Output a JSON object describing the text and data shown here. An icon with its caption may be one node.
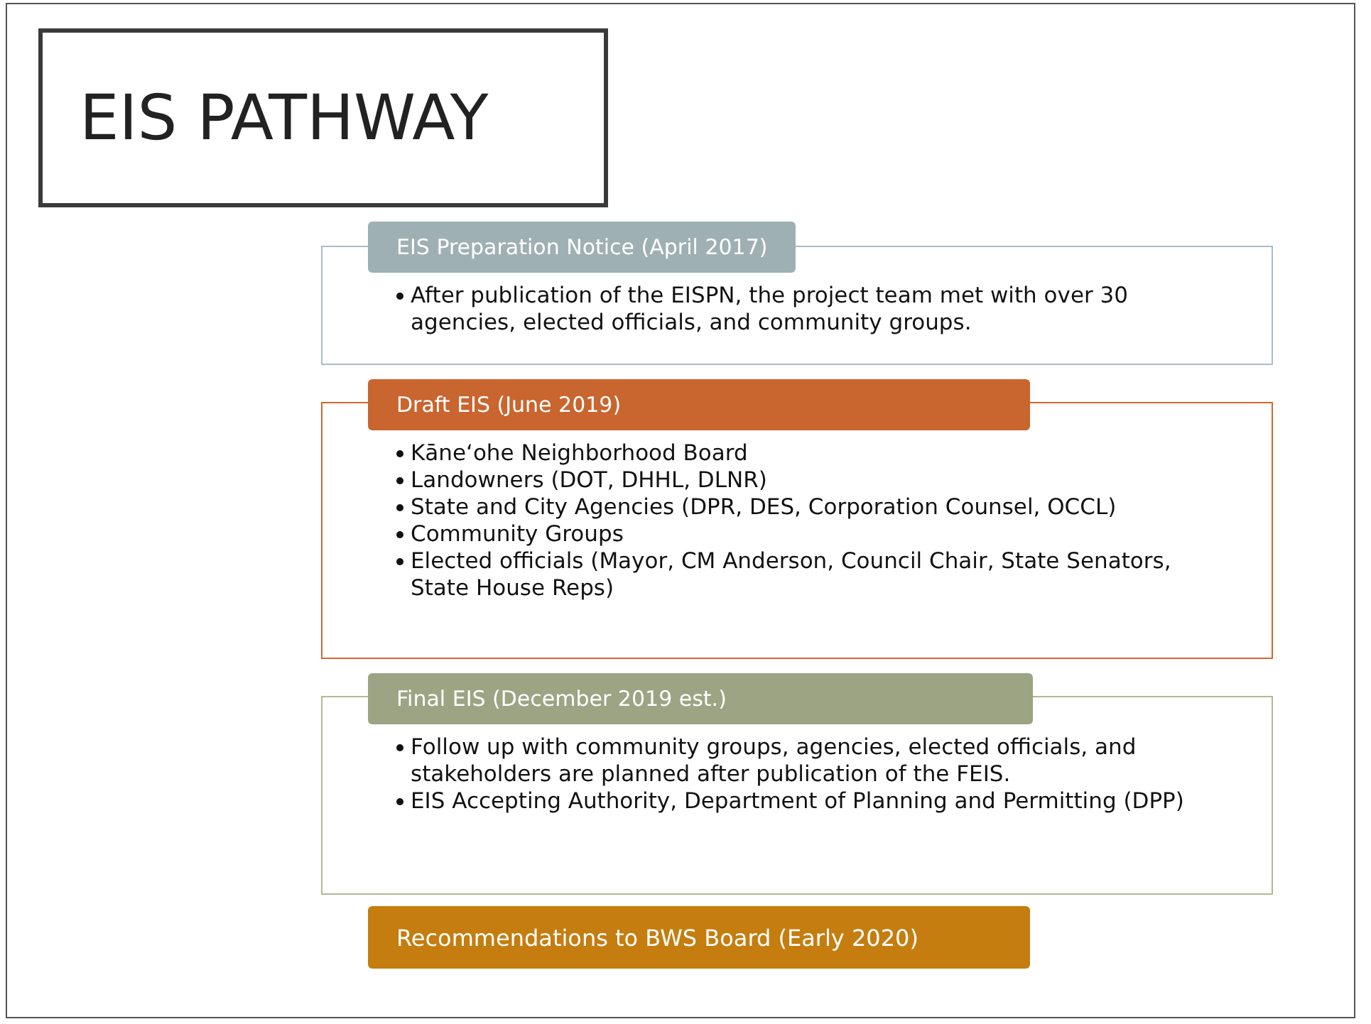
{
  "diagram": {
    "title": "EIS PATHWAY",
    "nodes": [
      {
        "text": [
          "EIS Preparation Notice (April 2017)",
          "After publication of the EISPN, the project team met with over 30 agencies, elected officials, and community groups."
        ]
      },
      {
        "text": [
          "Draft EIS (June 2019)",
          "Kāne‘ohe Neighborhood Board",
          "Landowners (DOT, DHHL, DLNR)",
          "State and City Agencies (DPR, DES, Corporation Counsel, OCCL)",
          "Community Groups",
          "Elected officials (Mayor, CM Anderson, Council Chair, State Senators, State House Reps)"
        ]
      },
      {
        "text": [
          "Final EIS (December 2019 est.)",
          "Follow up with community groups, agencies, elected officials, and stakeholders are planned after publication of the FEIS.",
          "EIS Accepting Authority, Department of Planning and Permitting (DPP)"
        ]
      },
      {
        "text": [
          "Recommendations to BWS Board (Early 2020)"
        ]
      }
    ],
    "edges": []
  }
}
